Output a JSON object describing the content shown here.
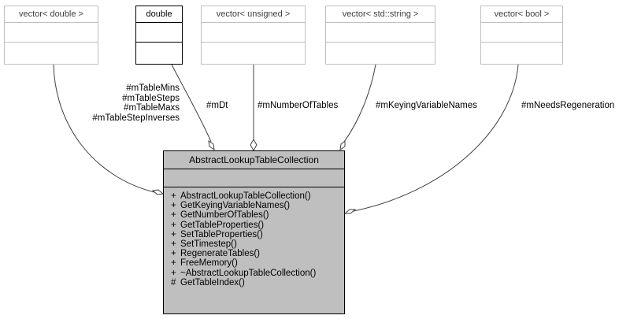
{
  "nodes": {
    "vector_double": {
      "title": "vector< double >"
    },
    "double": {
      "title": "double"
    },
    "vector_unsigned": {
      "title": "vector< unsigned >"
    },
    "vector_string": {
      "title": "vector< std::string >"
    },
    "vector_bool": {
      "title": "vector< bool >"
    }
  },
  "main_class": {
    "title": "AbstractLookupTableCollection",
    "operations": [
      {
        "vis": "+",
        "name": "AbstractLookupTableCollection()"
      },
      {
        "vis": "+",
        "name": "GetKeyingVariableNames()"
      },
      {
        "vis": "+",
        "name": "GetNumberOfTables()"
      },
      {
        "vis": "+",
        "name": "GetTableProperties()"
      },
      {
        "vis": "+",
        "name": "SetTableProperties()"
      },
      {
        "vis": "+",
        "name": "SetTimestep()"
      },
      {
        "vis": "+",
        "name": "RegenerateTables()"
      },
      {
        "vis": "+",
        "name": "FreeMemory()"
      },
      {
        "vis": "+",
        "name": "~AbstractLookupTableCollection()"
      },
      {
        "vis": "#",
        "name": "GetTableIndex()"
      }
    ]
  },
  "edges": {
    "vector_double": [
      "#mTableMins",
      "#mTableSteps",
      "#mTableMaxs",
      "#mTableStepInverses"
    ],
    "double": [
      "#mDt"
    ],
    "vector_unsigned": [
      "#mNumberOfTables"
    ],
    "vector_string": [
      "#mKeyingVariableNames"
    ],
    "vector_bool": [
      "#mNeedsRegeneration"
    ]
  }
}
